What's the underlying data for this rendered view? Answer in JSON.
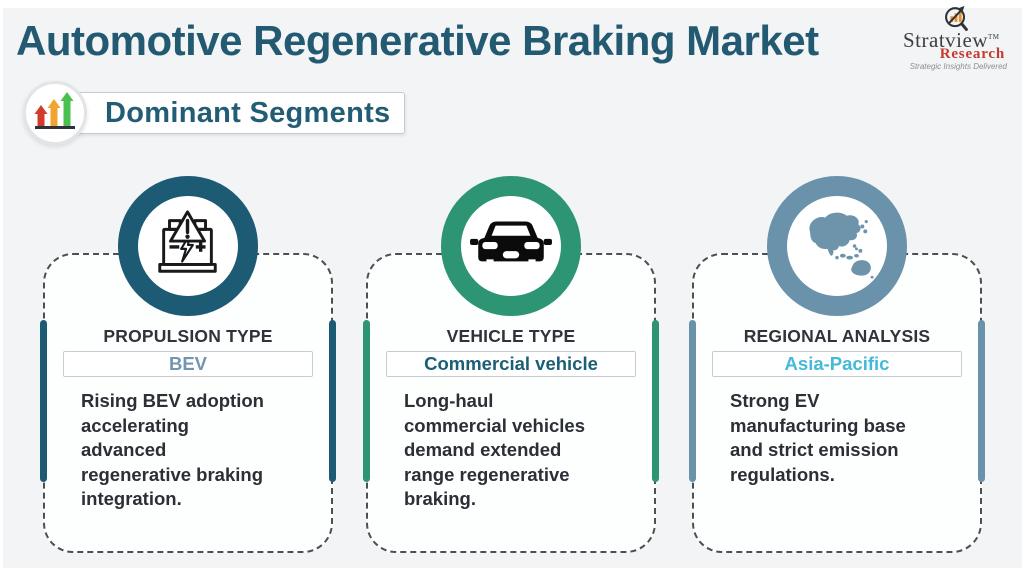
{
  "header": {
    "title": "Automotive Regenerative Braking Market",
    "badge_label": "Dominant Segments",
    "badge_icon": "rising-arrows-icon"
  },
  "logo": {
    "name": "Stratview",
    "trademark": "TM",
    "division": "Research",
    "tagline": "Strategic Insights Delivered",
    "icon": "magnifier-growth-icon",
    "name_color": "#3b4046",
    "division_color": "#c43a2e"
  },
  "colors": {
    "background": "#f2f4f5",
    "title_text": "#235a72",
    "dashed_border": "#4b5054",
    "category_text": "#2f343a",
    "body_text": "#2b3036",
    "badge_arrow_red": "#d23b2c",
    "badge_arrow_orange": "#f0a432",
    "badge_arrow_green": "#4cc04e"
  },
  "cards": [
    {
      "icon": "battery-warning-icon",
      "accent": "#1d5a73",
      "category": "PROPULSION TYPE",
      "value": "BEV",
      "value_color": "#7196ad",
      "description": "Rising BEV adoption\naccelerating\nadvanced\nregenerative braking\nintegration."
    },
    {
      "icon": "car-icon",
      "accent": "#2d9474",
      "category": "VEHICLE TYPE",
      "value": "Commercial vehicle",
      "value_color": "#1b5f75",
      "description": "Long-haul\ncommercial vehicles\ndemand extended\nrange regenerative\nbraking."
    },
    {
      "icon": "asia-pacific-map-icon",
      "accent": "#6b92ab",
      "category": "REGIONAL ANALYSIS",
      "value": "Asia-Pacific",
      "value_color": "#44b9d9",
      "description": "Strong EV\nmanufacturing base\nand strict emission\nregulations."
    }
  ]
}
